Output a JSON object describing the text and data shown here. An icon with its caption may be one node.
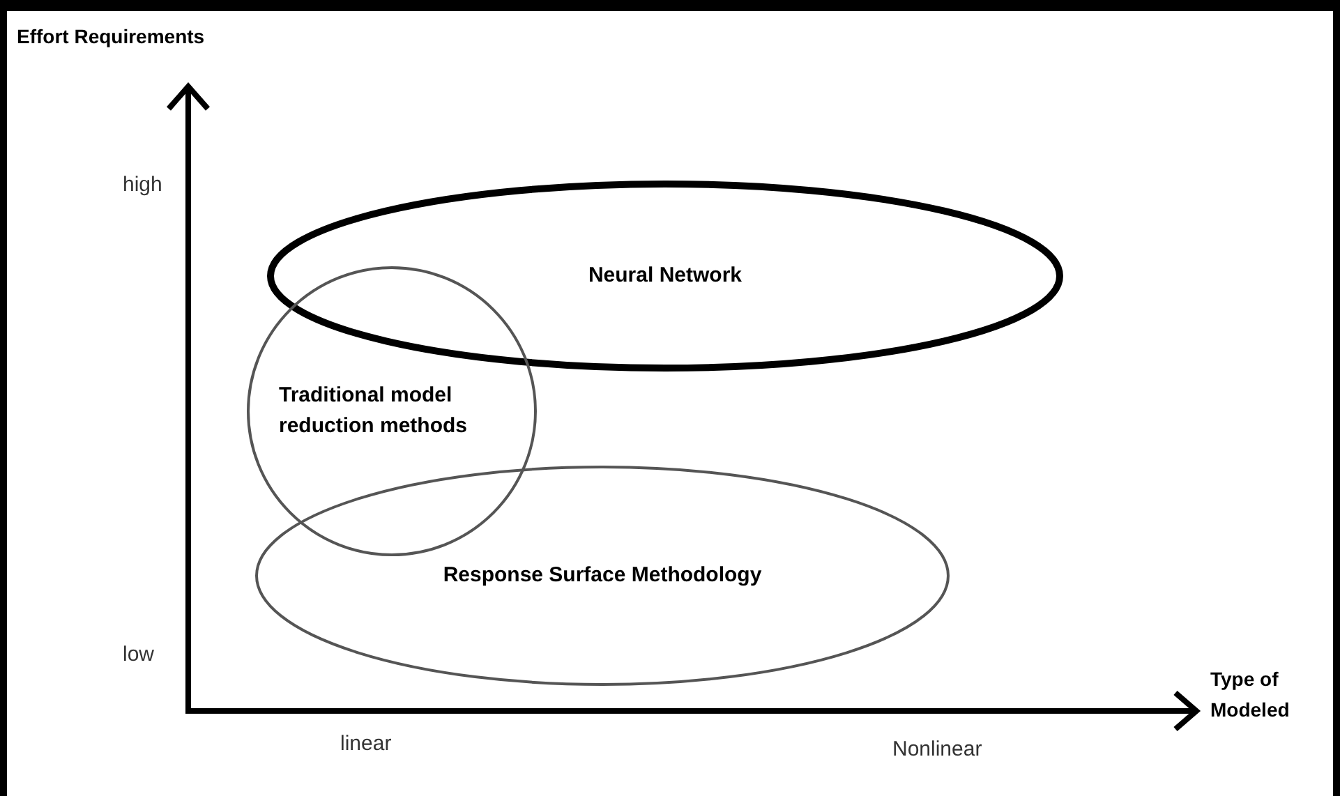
{
  "diagram": {
    "nodes": [
      {
        "text": [
          "Neural Network"
        ]
      },
      {
        "text": [
          "Traditional model reduction methods"
        ]
      },
      {
        "text": [
          "Response Surface Methodology"
        ]
      }
    ],
    "labels": [
      "Effort Requirements",
      "high",
      "low",
      "Type of Modeled",
      "linear",
      "Nonlinear"
    ]
  }
}
